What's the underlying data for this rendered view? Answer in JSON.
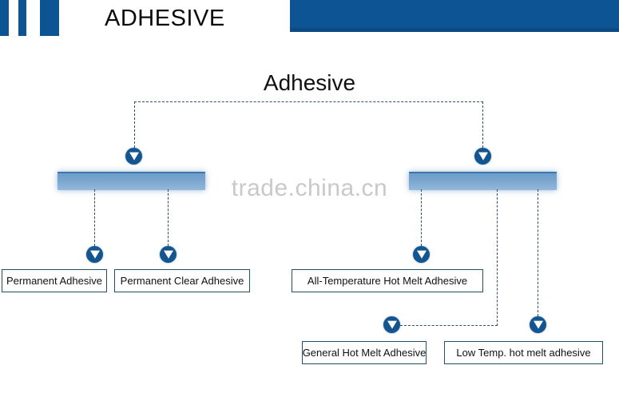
{
  "header": {
    "title": "ADHESIVE",
    "accent_color": "#0d5495",
    "bars": [
      "bar-1",
      "bar-2",
      "bar-3"
    ],
    "block_name": "header-blue-block"
  },
  "watermark": {
    "text": "trade.china.cn",
    "color": "#c9c9c9"
  },
  "diagram": {
    "root": {
      "label": "Adhesive"
    },
    "branches": [
      {
        "id": "permanent-branch",
        "bar_name": "branch-bar-left",
        "children": [
          {
            "id": "permanent-adhesive",
            "label": "Permanent Adhesive"
          },
          {
            "id": "permanent-clear-adhesive",
            "label": "Permanent Clear Adhesive"
          }
        ]
      },
      {
        "id": "hot-melt-branch",
        "bar_name": "branch-bar-right",
        "children": [
          {
            "id": "all-temperature-hot-melt-adhesive",
            "label": "All-Temperature Hot Melt Adhesive"
          },
          {
            "id": "general-hot-melt-adhesive",
            "label": "General Hot Melt Adhesive"
          },
          {
            "id": "low-temp-hot-melt-adhesive",
            "label": "Low Temp. hot melt adhesive"
          }
        ]
      }
    ],
    "marker_icon": "down-triangle-marker-icon",
    "connector_color": "#2a4f72",
    "bar_color": "#7ba7cf",
    "box_border_color": "#245064"
  }
}
